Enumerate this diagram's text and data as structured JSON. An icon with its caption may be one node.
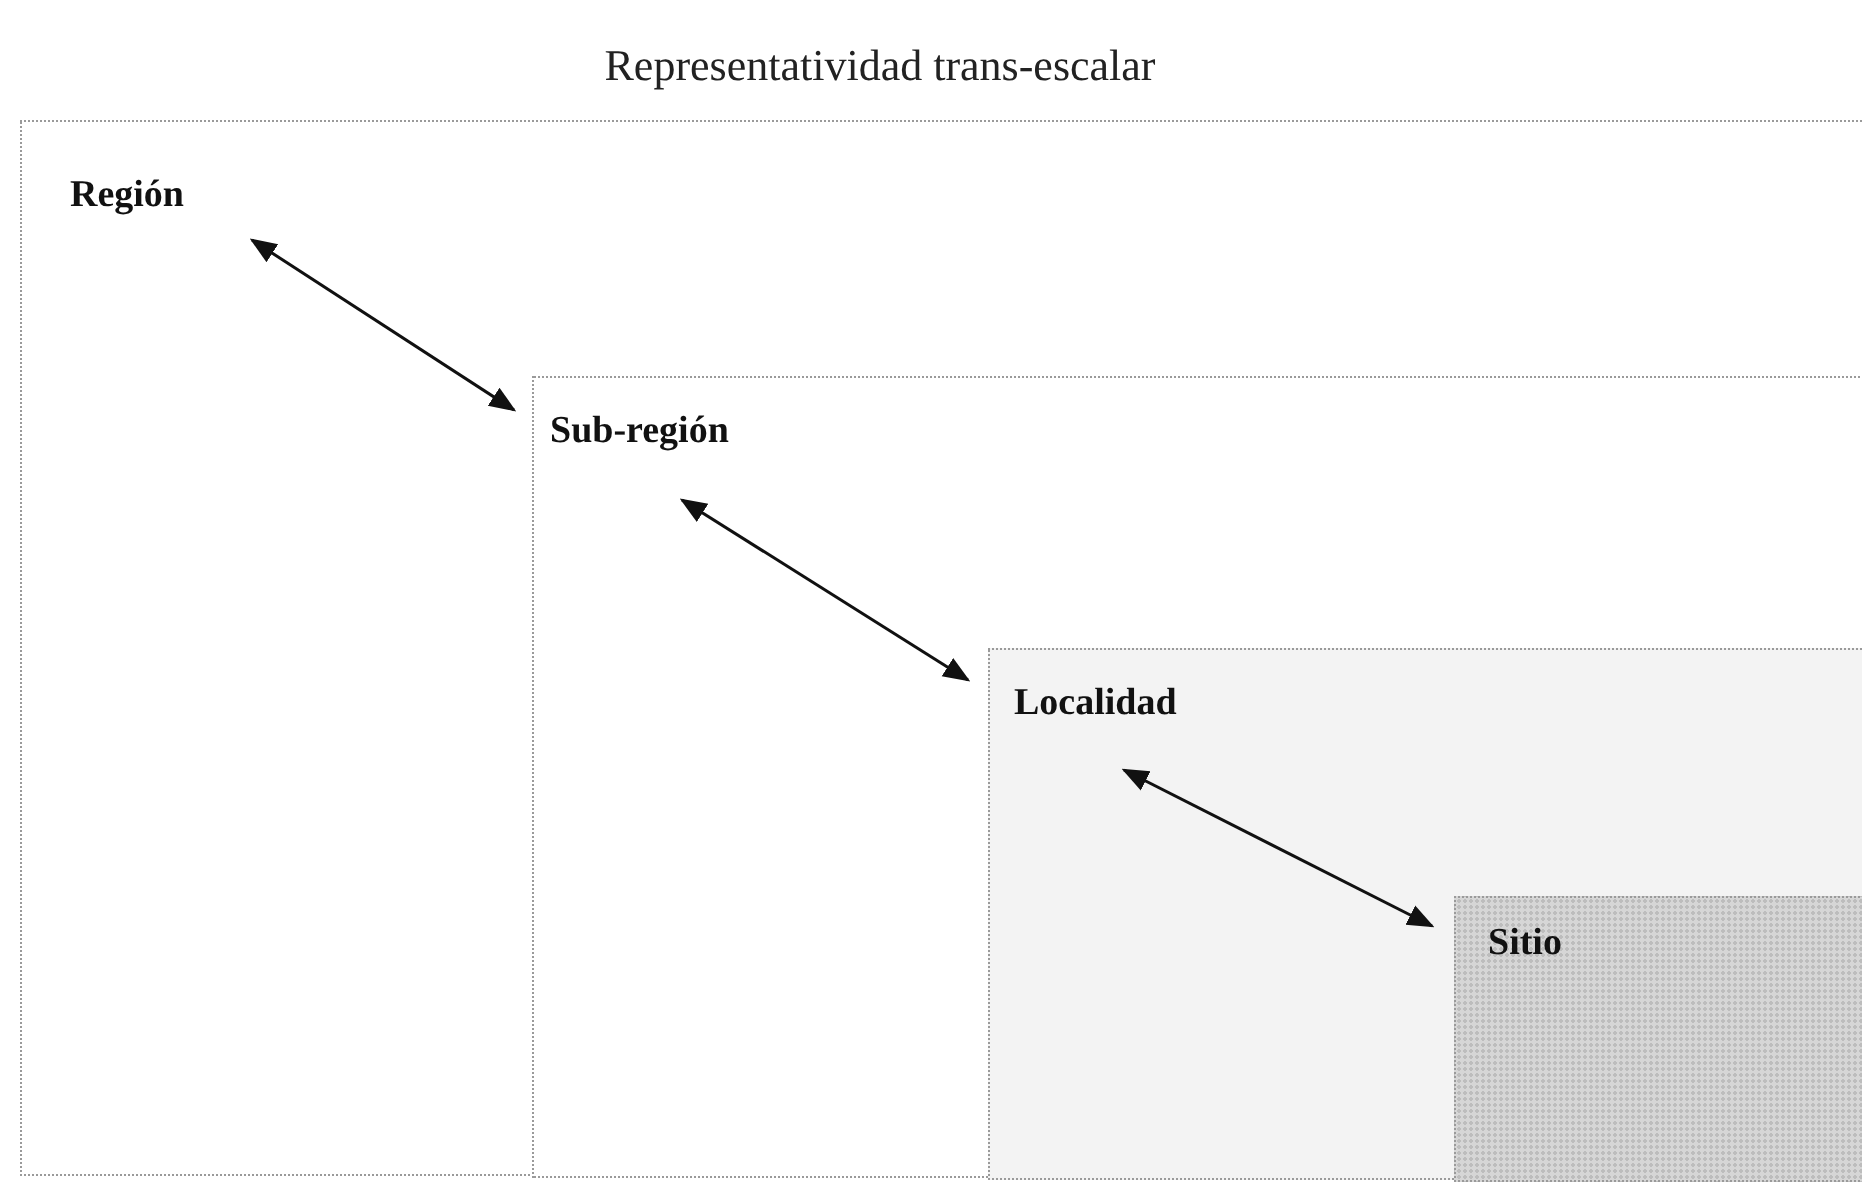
{
  "diagram": {
    "title": "Representatividad trans-escalar",
    "nodes": [
      {
        "text": [
          "Región"
        ]
      },
      {
        "text": [
          "Sub-región"
        ],
        "in": 0
      },
      {
        "text": [
          "Localidad"
        ],
        "in": 1
      },
      {
        "text": [
          "Sitio"
        ],
        "in": 2
      }
    ],
    "edges": [
      {
        "from": 0,
        "to": 1,
        "arrow": "both"
      },
      {
        "from": 1,
        "to": 2,
        "arrow": "both"
      },
      {
        "from": 2,
        "to": 3,
        "arrow": "both"
      }
    ]
  }
}
